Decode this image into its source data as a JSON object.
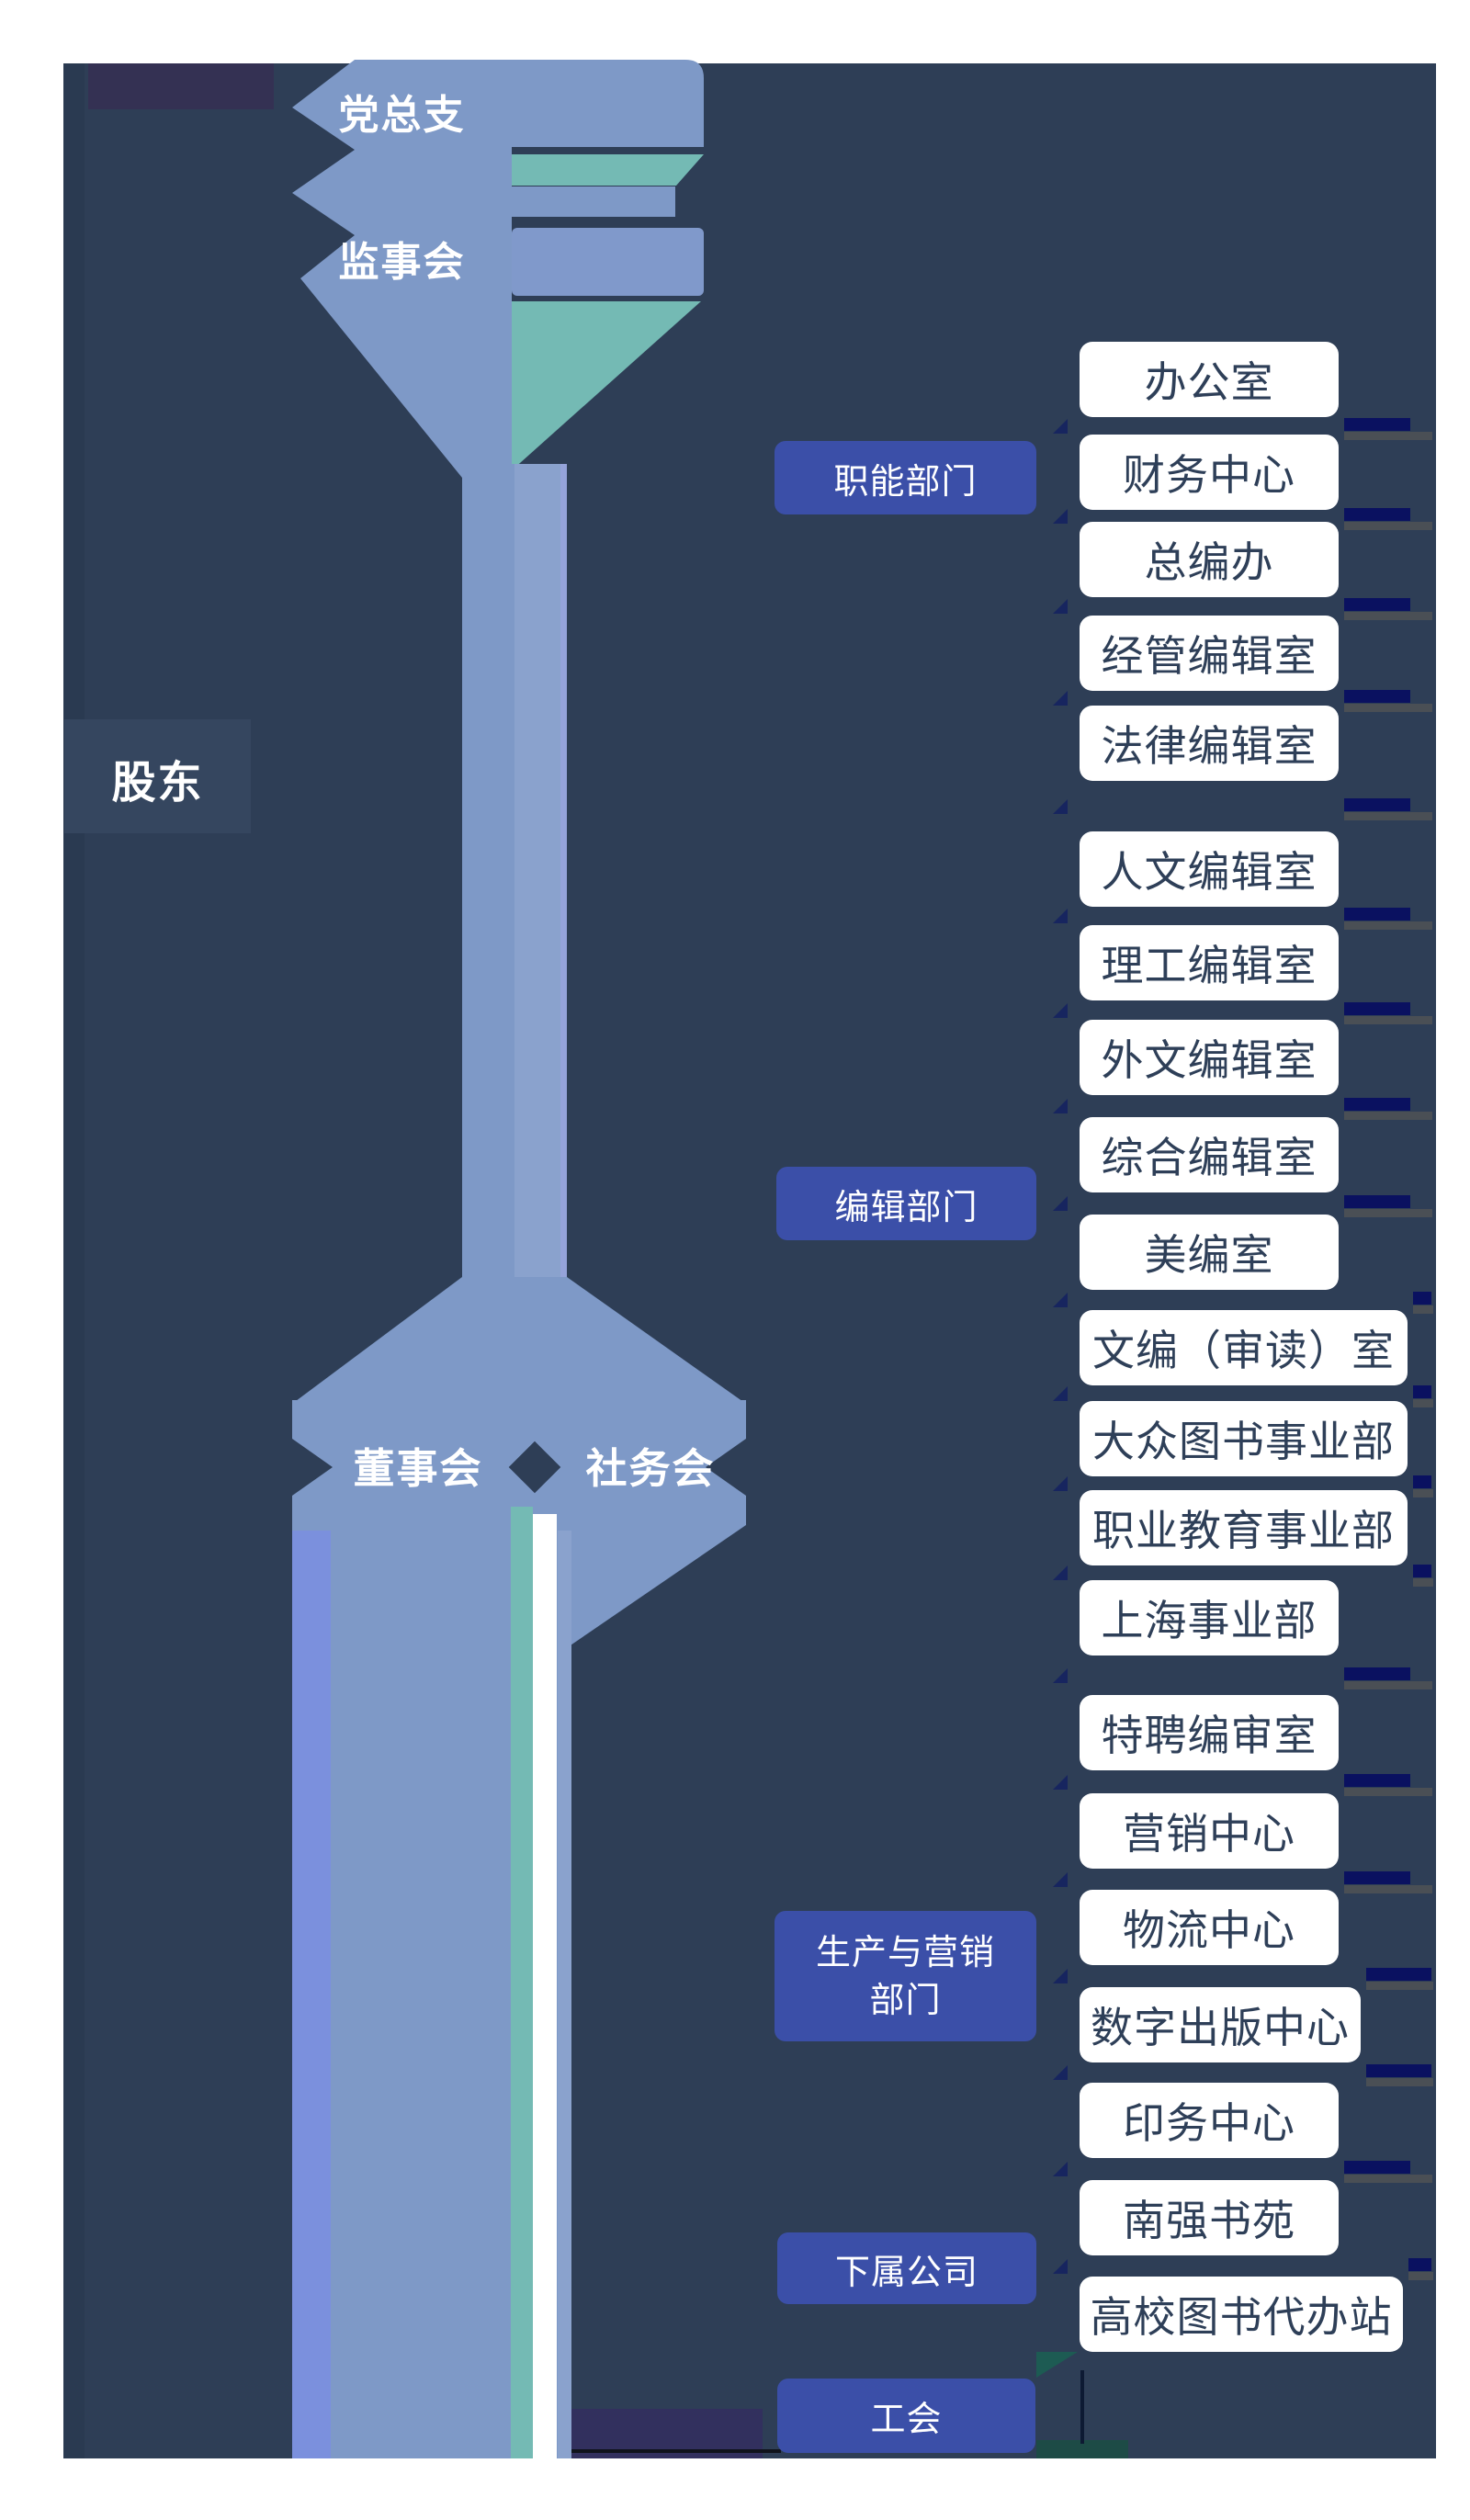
{
  "nodes": {
    "party_branch": "党总支",
    "supervisory_board": "监事会",
    "shareholders": "股东",
    "board_of_directors": "董事会",
    "council": "社务会"
  },
  "categories": [
    {
      "label": "职能部门"
    },
    {
      "label": "编辑部门"
    },
    {
      "label": "生产与营销部门",
      "line1": "生产与营销",
      "line2": "部门"
    },
    {
      "label": "下属公司"
    },
    {
      "label": "工会"
    }
  ],
  "departments": [
    {
      "name": "办公室"
    },
    {
      "name": "财务中心"
    },
    {
      "name": "总编办"
    },
    {
      "name": "经管编辑室"
    },
    {
      "name": "法律编辑室"
    },
    {
      "name": "人文编辑室"
    },
    {
      "name": "理工编辑室"
    },
    {
      "name": "外文编辑室"
    },
    {
      "name": "综合编辑室"
    },
    {
      "name": "美编室"
    },
    {
      "name": "文编（审读）室"
    },
    {
      "name": "大众图书事业部"
    },
    {
      "name": "职业教育事业部"
    },
    {
      "name": "上海事业部"
    },
    {
      "name": "特聘编审室"
    },
    {
      "name": "营销中心"
    },
    {
      "name": "物流中心"
    },
    {
      "name": "数字出版中心"
    },
    {
      "name": "印务中心"
    },
    {
      "name": "南强书苑"
    },
    {
      "name": "高校图书代办站"
    }
  ],
  "colors": {
    "canvas_navy": "#2e3e56",
    "tree_blue": "#7e99c7",
    "tree_blue_light": "#8aa2cd",
    "stripe_periwinkle": "#7b90dd",
    "accent_teal": "#74bab4",
    "category_chip_blue": "#3b4fa8",
    "department_text_navy": "#2e3f58",
    "connector_dark_blue": "#0a1160"
  }
}
